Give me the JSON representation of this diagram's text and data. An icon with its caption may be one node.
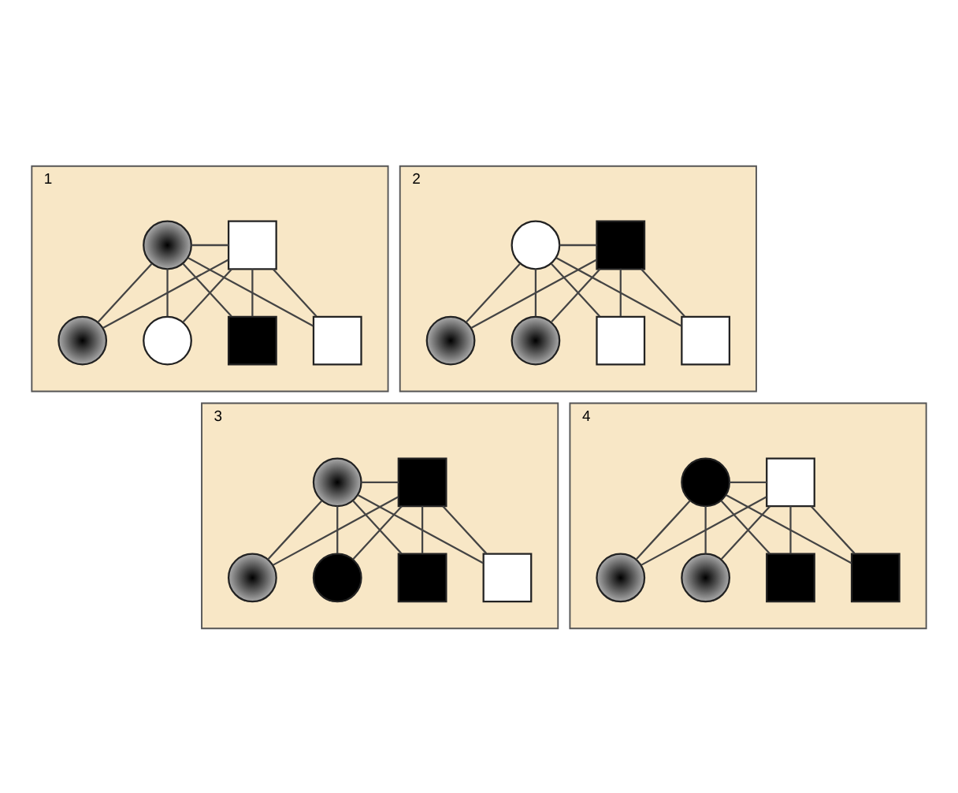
{
  "diagram": {
    "nodes": [
      {
        "text": [
          "1"
        ]
      },
      {
        "text": [],
        "shape": "dot-circle",
        "in": 0
      },
      {
        "text": [],
        "shape": "box",
        "in": 0
      },
      {
        "text": [],
        "shape": "dot-circle",
        "in": 0
      },
      {
        "text": [],
        "shape": "circle",
        "in": 0
      },
      {
        "text": [],
        "shape": "filled-box",
        "in": 0
      },
      {
        "text": [],
        "shape": "box",
        "in": 0
      },
      {
        "text": [
          "2"
        ]
      },
      {
        "text": [],
        "shape": "circle",
        "in": 7
      },
      {
        "text": [],
        "shape": "filled-box",
        "in": 7
      },
      {
        "text": [],
        "shape": "dot-circle",
        "in": 7
      },
      {
        "text": [],
        "shape": "dot-circle",
        "in": 7
      },
      {
        "text": [],
        "shape": "box",
        "in": 7
      },
      {
        "text": [],
        "shape": "box",
        "in": 7
      },
      {
        "text": [
          "3"
        ]
      },
      {
        "text": [],
        "shape": "dot-circle",
        "in": 14
      },
      {
        "text": [],
        "shape": "filled-box",
        "in": 14
      },
      {
        "text": [],
        "shape": "dot-circle",
        "in": 14
      },
      {
        "text": [],
        "shape": "filled-circle",
        "in": 14
      },
      {
        "text": [],
        "shape": "filled-box",
        "in": 14
      },
      {
        "text": [],
        "shape": "box",
        "in": 14
      },
      {
        "text": [
          "4"
        ]
      },
      {
        "text": [],
        "shape": "filled-circle",
        "in": 21
      },
      {
        "text": [],
        "shape": "box",
        "in": 21
      },
      {
        "text": [],
        "shape": "dot-circle",
        "in": 21
      },
      {
        "text": [],
        "shape": "dot-circle",
        "in": 21
      },
      {
        "text": [],
        "shape": "filled-box",
        "in": 21
      },
      {
        "text": [],
        "shape": "filled-box",
        "in": 21
      }
    ],
    "edges": [
      {
        "from": 1,
        "to": 2,
        "arrow": "none"
      },
      {
        "from": 1,
        "to": 3,
        "arrow": "none"
      },
      {
        "from": 1,
        "to": 4,
        "arrow": "none"
      },
      {
        "from": 1,
        "to": 5,
        "arrow": "none"
      },
      {
        "from": 1,
        "to": 6,
        "arrow": "none"
      },
      {
        "from": 2,
        "to": 3,
        "arrow": "none"
      },
      {
        "from": 2,
        "to": 4,
        "arrow": "none"
      },
      {
        "from": 2,
        "to": 5,
        "arrow": "none"
      },
      {
        "from": 2,
        "to": 6,
        "arrow": "none"
      },
      {
        "from": 8,
        "to": 9,
        "arrow": "none"
      },
      {
        "from": 8,
        "to": 10,
        "arrow": "none"
      },
      {
        "from": 8,
        "to": 11,
        "arrow": "none"
      },
      {
        "from": 8,
        "to": 12,
        "arrow": "none"
      },
      {
        "from": 8,
        "to": 13,
        "arrow": "none"
      },
      {
        "from": 9,
        "to": 10,
        "arrow": "none"
      },
      {
        "from": 9,
        "to": 11,
        "arrow": "none"
      },
      {
        "from": 9,
        "to": 12,
        "arrow": "none"
      },
      {
        "from": 9,
        "to": 13,
        "arrow": "none"
      },
      {
        "from": 15,
        "to": 16,
        "arrow": "none"
      },
      {
        "from": 15,
        "to": 17,
        "arrow": "none"
      },
      {
        "from": 15,
        "to": 18,
        "arrow": "none"
      },
      {
        "from": 15,
        "to": 19,
        "arrow": "none"
      },
      {
        "from": 15,
        "to": 20,
        "arrow": "none"
      },
      {
        "from": 16,
        "to": 17,
        "arrow": "none"
      },
      {
        "from": 16,
        "to": 18,
        "arrow": "none"
      },
      {
        "from": 16,
        "to": 19,
        "arrow": "none"
      },
      {
        "from": 16,
        "to": 20,
        "arrow": "none"
      },
      {
        "from": 22,
        "to": 23,
        "arrow": "none"
      },
      {
        "from": 22,
        "to": 24,
        "arrow": "none"
      },
      {
        "from": 22,
        "to": 25,
        "arrow": "none"
      },
      {
        "from": 22,
        "to": 26,
        "arrow": "none"
      },
      {
        "from": 22,
        "to": 27,
        "arrow": "none"
      },
      {
        "from": 23,
        "to": 24,
        "arrow": "none"
      },
      {
        "from": 23,
        "to": 25,
        "arrow": "none"
      },
      {
        "from": 23,
        "to": 26,
        "arrow": "none"
      },
      {
        "from": 23,
        "to": 27,
        "arrow": "none"
      }
    ]
  }
}
